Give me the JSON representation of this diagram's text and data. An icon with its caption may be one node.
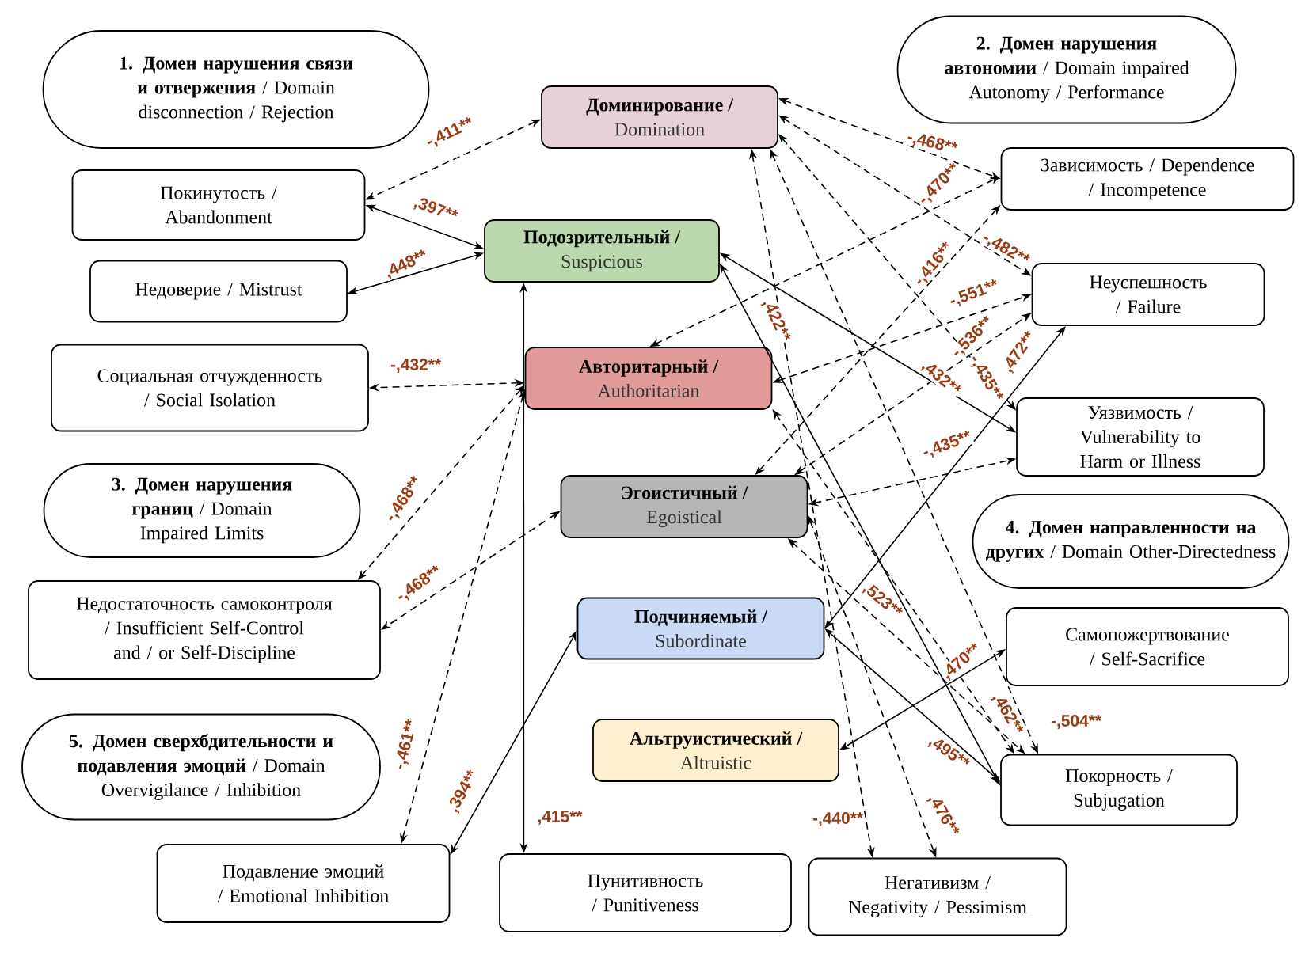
{
  "diagram": {
    "nodes": [
      {
        "text": [
          "**1. Домен нарушения связи и отвержения** / Domain disconnection / Rejection"
        ]
      },
      {
        "text": [
          "Доминирование /",
          "Domination"
        ]
      },
      {
        "text": [
          "**2. Домен нарушения автономии** / Domain impaired Autonomy / Performance"
        ]
      },
      {
        "text": [
          "Покинутость / Abandonment"
        ]
      },
      {
        "text": [
          "Зависимость / Dependence / Incompetence"
        ]
      },
      {
        "text": [
          "Подозрительный /",
          "Suspicious"
        ]
      },
      {
        "text": [
          "Недоверие / Mistrust"
        ]
      },
      {
        "text": [
          "Неуспешность / Failure"
        ]
      },
      {
        "text": [
          "Социальная отчужденность / Social Isolation"
        ]
      },
      {
        "text": [
          "Авторитарный /",
          "Authoritarian"
        ]
      },
      {
        "text": [
          "Уязвимость / Vulnerability to Harm or Illness"
        ]
      },
      {
        "text": [
          "**3. Домен нарушения границ** / Domain Impaired Limits"
        ]
      },
      {
        "text": [
          "Эгоистичный /",
          "Egoistical"
        ]
      },
      {
        "text": [
          "**4. Домен направленности на других** / Domain Other-Directedness"
        ]
      },
      {
        "text": [
          "Недостаточность самоконтроля / Insufficient Self-Control and / or Self-Discipline"
        ]
      },
      {
        "text": [
          "Подчиняемый /",
          "Subordinate"
        ]
      },
      {
        "text": [
          "Самопожертвование / Self-Sacrifice"
        ]
      },
      {
        "text": [
          "**5. Домен сверхбдительности и подавления эмоций** / Domain Overvigilance / Inhibition"
        ]
      },
      {
        "text": [
          "Альтруистический /",
          "Altruistic"
        ]
      },
      {
        "text": [
          "Покорность / Subjugation"
        ]
      },
      {
        "text": [
          "Подавление эмоций / Emotional Inhibition"
        ]
      },
      {
        "text": [
          "Пунитивность / Punitiveness"
        ]
      },
      {
        "text": [
          "Негативизм / Negativity / Pessimism"
        ]
      }
    ],
    "edges": [
      {
        "from": 1,
        "to": 3,
        "arrow": "both",
        "label": "-,411**",
        "style": "dashed"
      },
      {
        "from": 1,
        "to": 4,
        "arrow": "both",
        "label": "-,468**",
        "style": "dashed"
      },
      {
        "from": 1,
        "to": 7,
        "arrow": "both",
        "label": "-,482**",
        "style": "dashed"
      },
      {
        "from": 1,
        "to": 10,
        "arrow": "both",
        "label": "-,435**",
        "style": "dashed"
      },
      {
        "from": 1,
        "to": 19,
        "arrow": "both",
        "label": "-,504**",
        "style": "dashed"
      },
      {
        "from": 1,
        "to": 22,
        "arrow": "both",
        "label": "-,440**",
        "style": "dashed"
      },
      {
        "from": 5,
        "to": 3,
        "arrow": "both",
        "label": ",397**"
      },
      {
        "from": 5,
        "to": 6,
        "arrow": "both",
        "label": ",448**"
      },
      {
        "from": 5,
        "to": 10,
        "arrow": "both",
        "label": ",432**"
      },
      {
        "from": 5,
        "to": 19,
        "arrow": "both",
        "label": ",422**"
      },
      {
        "from": 5,
        "to": 21,
        "arrow": "both",
        "label": ",415**"
      },
      {
        "from": 9,
        "to": 8,
        "arrow": "both",
        "label": "-,432**",
        "style": "dashed"
      },
      {
        "from": 9,
        "to": 14,
        "arrow": "both",
        "label": "-,468**",
        "style": "dashed"
      },
      {
        "from": 9,
        "to": 20,
        "arrow": "both",
        "label": "-,461**",
        "style": "dashed"
      },
      {
        "from": 9,
        "to": 4,
        "arrow": "both",
        "label": "-,470**",
        "style": "dashed"
      },
      {
        "from": 9,
        "to": 7,
        "arrow": "both",
        "label": "-,551**",
        "style": "dashed"
      },
      {
        "from": 9,
        "to": 19,
        "arrow": "both",
        "label": ",462**",
        "style": "dashed"
      },
      {
        "from": 12,
        "to": 4,
        "arrow": "both",
        "label": "-,416**",
        "style": "dashed"
      },
      {
        "from": 12,
        "to": 7,
        "arrow": "both",
        "label": "-,536**",
        "style": "dashed"
      },
      {
        "from": 12,
        "to": 10,
        "arrow": "both",
        "label": "-,435**",
        "style": "dashed"
      },
      {
        "from": 12,
        "to": 14,
        "arrow": "both",
        "label": "-,468**",
        "style": "dashed"
      },
      {
        "from": 12,
        "to": 19,
        "arrow": "both",
        "label": ",523**",
        "style": "dashed"
      },
      {
        "from": 12,
        "to": 22,
        "arrow": "both",
        "label": ",476**",
        "style": "dashed"
      },
      {
        "from": 15,
        "to": 7,
        "arrow": "both",
        "label": ",472**"
      },
      {
        "from": 15,
        "to": 20,
        "arrow": "both",
        "label": ",394**"
      },
      {
        "from": 15,
        "to": 19,
        "arrow": "both",
        "label": ",495**"
      },
      {
        "from": 18,
        "to": 16,
        "arrow": "both",
        "label": ",470**"
      }
    ]
  }
}
